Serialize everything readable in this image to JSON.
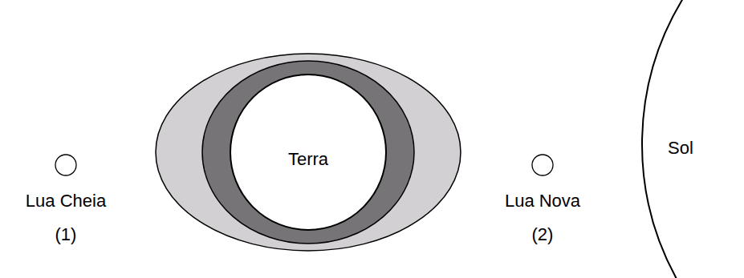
{
  "diagram": {
    "nodes": [
      {
        "text": [
          "Lua Cheia",
          "(1)"
        ]
      },
      {
        "text": [
          "Terra"
        ]
      },
      {
        "text": [
          "Lua Nova",
          "(2)"
        ]
      },
      {
        "text": [
          "Sol"
        ]
      }
    ]
  }
}
